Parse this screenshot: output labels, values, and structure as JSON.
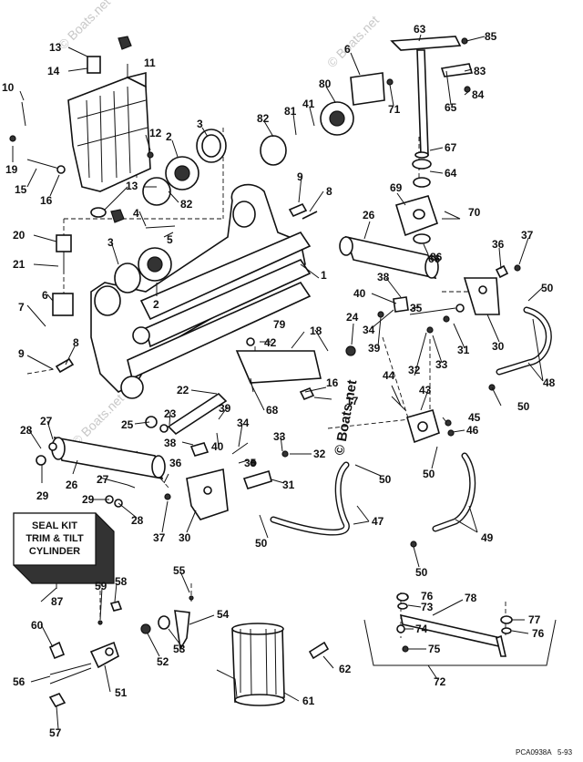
{
  "watermarks": [
    "© Boats.net",
    "© Boats.net",
    "© Boats.net"
  ],
  "seal_kit": {
    "lines": [
      "SEAL KIT",
      "TRIM & TILT",
      "CYLINDER"
    ]
  },
  "figure_code": "PCA0938A",
  "figure_date": "5-93",
  "callouts": [
    "1",
    "2",
    "2",
    "3",
    "3",
    "4",
    "5",
    "6",
    "6",
    "7",
    "8",
    "8",
    "9",
    "9",
    "10",
    "11",
    "12",
    "13",
    "13",
    "14",
    "15",
    "16",
    "16",
    "17",
    "18",
    "19",
    "20",
    "21",
    "22",
    "23",
    "24",
    "25",
    "26",
    "26",
    "27",
    "27",
    "28",
    "28",
    "29",
    "29",
    "30",
    "30",
    "31",
    "31",
    "32",
    "32",
    "33",
    "33",
    "34",
    "34",
    "35",
    "35",
    "36",
    "36",
    "37",
    "37",
    "38",
    "38",
    "39",
    "39",
    "40",
    "40",
    "41",
    "42",
    "43",
    "44",
    "45",
    "46",
    "47",
    "48",
    "49",
    "50",
    "50",
    "50",
    "50",
    "50",
    "50",
    "51",
    "52",
    "53",
    "54",
    "55",
    "56",
    "57",
    "58",
    "59",
    "60",
    "61",
    "62",
    "63",
    "64",
    "65",
    "66",
    "67",
    "68",
    "69",
    "70",
    "71",
    "72",
    "73",
    "74",
    "75",
    "76",
    "76",
    "77",
    "78",
    "79",
    "80",
    "81",
    "82",
    "82",
    "83",
    "84",
    "85",
    "86",
    "87"
  ]
}
